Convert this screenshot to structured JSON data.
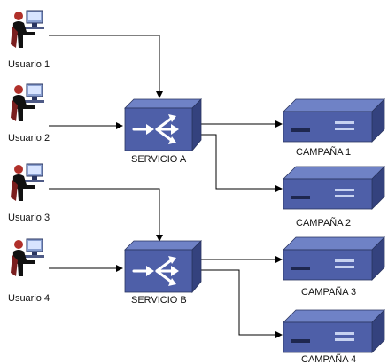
{
  "users": [
    {
      "label": "Usuario 1"
    },
    {
      "label": "Usuario 2"
    },
    {
      "label": "Usuario 3"
    },
    {
      "label": "Usuario 4"
    }
  ],
  "services": [
    {
      "label": "SERVICIO A"
    },
    {
      "label": "SERVICIO B"
    }
  ],
  "campaigns": [
    {
      "label": "CAMPAÑA 1"
    },
    {
      "label": "CAMPAÑA 2"
    },
    {
      "label": "CAMPAÑA 3"
    },
    {
      "label": "CAMPAÑA 4"
    }
  ],
  "connections": [
    {
      "from": "Usuario 1",
      "to": "SERVICIO A"
    },
    {
      "from": "Usuario 2",
      "to": "SERVICIO A"
    },
    {
      "from": "Usuario 3",
      "to": "SERVICIO B"
    },
    {
      "from": "Usuario 4",
      "to": "SERVICIO B"
    },
    {
      "from": "SERVICIO A",
      "to": "CAMPAÑA 1"
    },
    {
      "from": "SERVICIO A",
      "to": "CAMPAÑA 2"
    },
    {
      "from": "SERVICIO B",
      "to": "CAMPAÑA 3"
    },
    {
      "from": "SERVICIO B",
      "to": "CAMPAÑA 4"
    }
  ],
  "colors": {
    "device_top": "#6f82c6",
    "device_front": "#4e5fa8",
    "device_side": "#34427e",
    "line": "#000000",
    "user_body": "#111111",
    "user_head": "#b0302a",
    "monitor": "#8aa0d0"
  }
}
